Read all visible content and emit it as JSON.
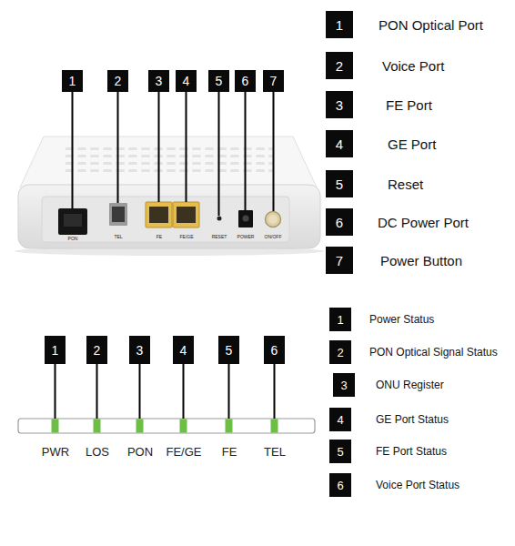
{
  "diagram": {
    "nodes": [
      {
        "text": [
          "1"
        ]
      },
      {
        "text": [
          "2"
        ]
      },
      {
        "text": [
          "3"
        ]
      },
      {
        "text": [
          "4"
        ]
      },
      {
        "text": [
          "5"
        ]
      },
      {
        "text": [
          "6"
        ]
      },
      {
        "text": [
          "7"
        ]
      },
      {
        "text": [
          "1",
          "PON Optical Port"
        ]
      },
      {
        "text": [
          "2",
          "Voice Port"
        ]
      },
      {
        "text": [
          "3",
          "FE Port"
        ]
      },
      {
        "text": [
          "4",
          "GE Port"
        ]
      },
      {
        "text": [
          "5",
          "Reset"
        ]
      },
      {
        "text": [
          "6",
          "DC Power Port"
        ]
      },
      {
        "text": [
          "7",
          "Power Button"
        ]
      },
      {
        "text": [
          "1"
        ]
      },
      {
        "text": [
          "2"
        ]
      },
      {
        "text": [
          "3"
        ]
      },
      {
        "text": [
          "4"
        ]
      },
      {
        "text": [
          "5"
        ]
      },
      {
        "text": [
          "6"
        ]
      },
      {
        "text": [
          "1",
          "Power Status"
        ]
      },
      {
        "text": [
          "2",
          "PON Optical Signal Status"
        ]
      },
      {
        "text": [
          "3",
          "ONU Register"
        ]
      },
      {
        "text": [
          "4",
          "GE Port Status"
        ]
      },
      {
        "text": [
          "5",
          "FE Port Status"
        ]
      },
      {
        "text": [
          "6",
          "Voice Port Status"
        ]
      }
    ],
    "labels": [
      "PON",
      "TEL",
      "FE",
      "FE/GE",
      "RESET",
      "POWER",
      "ON/OFF",
      "PWR",
      "LOS",
      "PON",
      "FE/GE",
      "FE",
      "TEL"
    ]
  }
}
